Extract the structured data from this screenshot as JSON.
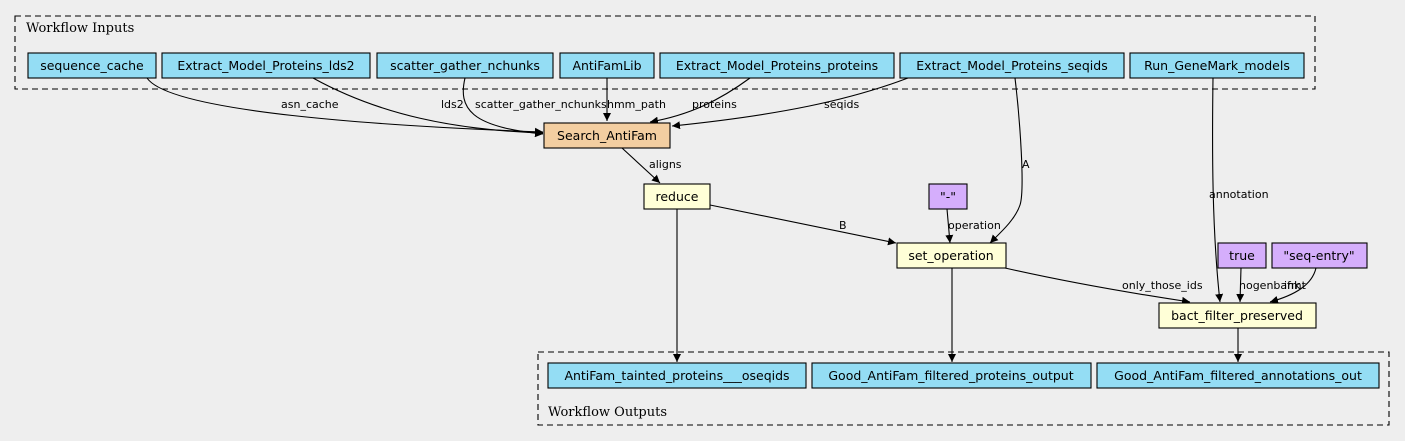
{
  "clusters": {
    "inputs_label": "Workflow Inputs",
    "outputs_label": "Workflow Outputs"
  },
  "colors": {
    "background": "#eeeeee",
    "io_node": "#94ddf4",
    "main_step": "#f3cea1",
    "step": "#ffffd7",
    "constant": "#d5aefc"
  },
  "nodes": {
    "sequence_cache": "sequence_cache",
    "extract_lds2": "Extract_Model_Proteins_lds2",
    "scatter_gather_nchunks": "scatter_gather_nchunks",
    "antifamlib": "AntiFamLib",
    "extract_proteins": "Extract_Model_Proteins_proteins",
    "extract_seqids": "Extract_Model_Proteins_seqids",
    "run_genemark": "Run_GeneMark_models",
    "search_antifam": "Search_AntiFam",
    "reduce": "reduce",
    "dash_const": "\"-\"",
    "set_operation": "set_operation",
    "true_const": "true",
    "seq_entry_const": "\"seq-entry\"",
    "bact_filter": "bact_filter_preserved",
    "out_tainted": "AntiFam_tainted_proteins___oseqids",
    "out_good_proteins": "Good_AntiFam_filtered_proteins_output",
    "out_good_annotations": "Good_AntiFam_filtered_annotations_out"
  },
  "edges": {
    "asn_cache": "asn_cache",
    "lds2": "lds2",
    "scatter_gather_nchunks": "scatter_gather_nchunks",
    "hmm_path": "hmm_path",
    "proteins": "proteins",
    "seqids": "seqids",
    "aligns": "aligns",
    "a": "A",
    "b": "B",
    "operation": "operation",
    "annotation": "annotation",
    "only_those_ids": "only_those_ids",
    "nogenbank": "nogenbank",
    "ifmt": "ifmt"
  }
}
